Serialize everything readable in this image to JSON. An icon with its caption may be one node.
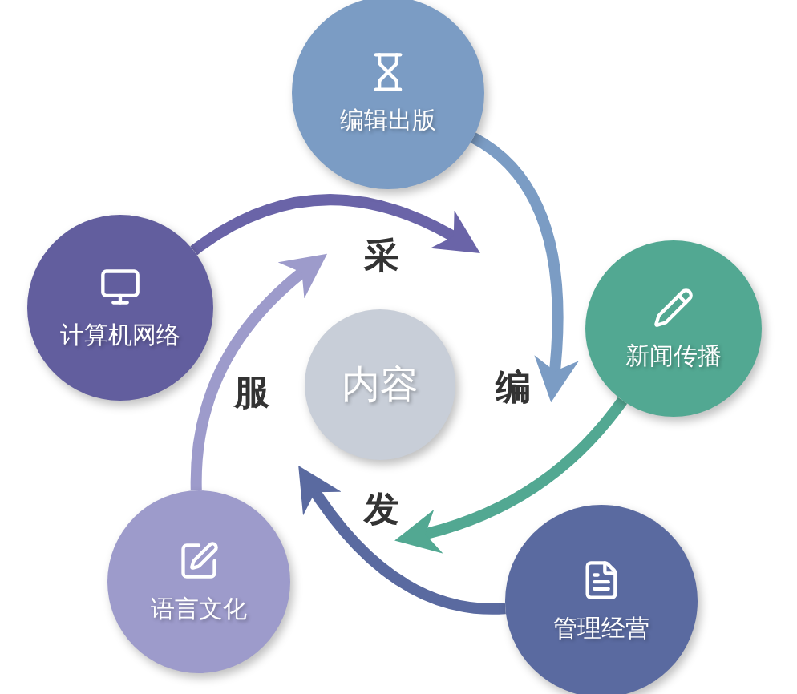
{
  "diagram": {
    "nodes": [
      {
        "text": [
          "编辑出版"
        ]
      },
      {
        "text": [
          "计算机网络"
        ]
      },
      {
        "text": [
          "新闻传播"
        ]
      },
      {
        "text": [
          "内容"
        ]
      },
      {
        "text": [
          "语言文化"
        ]
      },
      {
        "text": [
          "管理经营"
        ]
      }
    ],
    "edges": [
      {
        "from": 1,
        "to": 0,
        "arrow": "to",
        "color": "#6a64a8"
      },
      {
        "from": 0,
        "to": 2,
        "arrow": "to",
        "color": "#7b9cc4"
      },
      {
        "from": 2,
        "to": 3,
        "arrow": "to",
        "color": "#52a892"
      },
      {
        "from": 5,
        "to": 3,
        "arrow": "to",
        "color": "#5a6aa0"
      },
      {
        "from": 4,
        "to": 3,
        "arrow": "to",
        "color": "#9d9bcb"
      }
    ],
    "labels": [
      "采",
      "服",
      "编",
      "发"
    ]
  }
}
